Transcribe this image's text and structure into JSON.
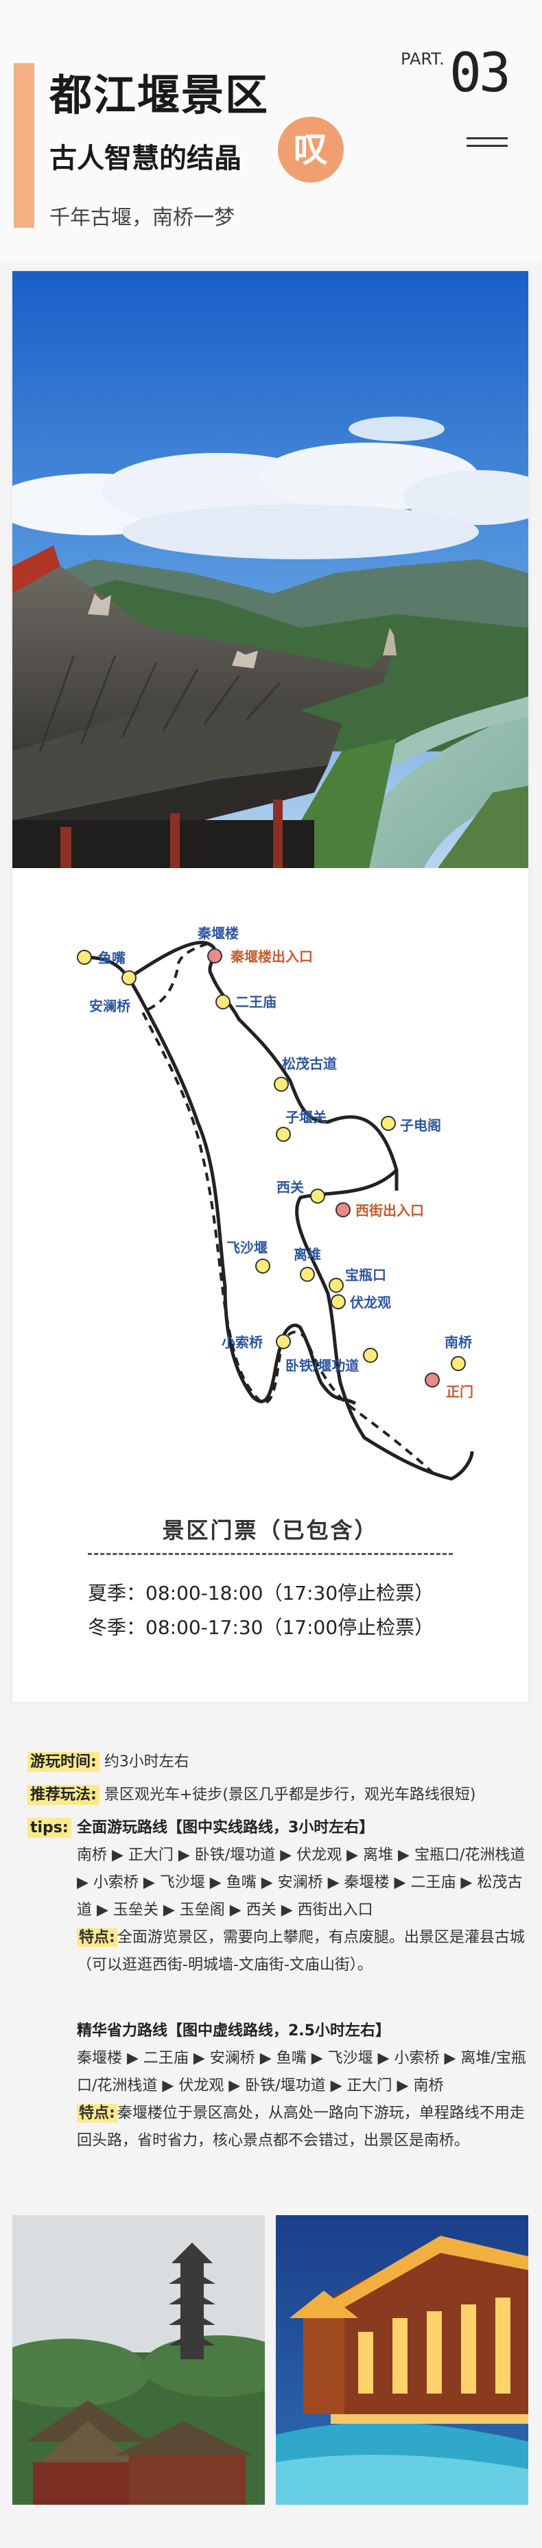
{
  "header": {
    "title": "都江堰景区",
    "subtitle": "古人智慧的结晶",
    "badge": "叹",
    "tagline": "千年古堰，南桥一梦",
    "part_label": "PART.",
    "part_number": "03"
  },
  "map": {
    "labels": {
      "qinyan_lou": "秦堰楼",
      "qinyan_exit": "秦堰楼出入口",
      "yuzui": "鱼嘴",
      "erwang": "二王庙",
      "anlan": "安澜桥",
      "songmao": "松茂古道",
      "ziping": "子堰关",
      "zidian": "子电阁",
      "xiguan": "西关",
      "xijie_exit": "西街出入口",
      "feisha": "飞沙堰",
      "lidui": "离堆",
      "baoping": "宝瓶口",
      "fulong": "伏龙观",
      "xiaosuo": "小索桥",
      "wotie": "卧铁/堰功道",
      "nanqiao": "南桥",
      "zhengmen": "正门"
    }
  },
  "ticket": {
    "title": "景区门票（已包含）",
    "summer": "夏季：08:00-18:00（17:30停止检票）",
    "winter": "冬季：08:00-17:30（17:00停止检票）"
  },
  "info": {
    "time_label": "游玩时间:",
    "time_value": "约3小时左右",
    "method_label": "推荐玩法:",
    "method_value": "景区观光车+徒步(景区几乎都是步行，观光车路线很短)",
    "tips_label": "tips:",
    "route1_title": "全面游玩路线【图中实线路线，3小时左右】",
    "route1_body": "南桥 ▶ 正大门 ▶ 卧铁/堰功道 ▶ 伏龙观 ▶ 离堆 ▶ 宝瓶口/花洲栈道 ▶ 小索桥 ▶ 飞沙堰 ▶ 鱼嘴 ▶ 安澜桥 ▶ 秦堰楼 ▶ 二王庙 ▶ 松茂古道 ▶ 玉垒关 ▶ 玉垒阁 ▶ 西关 ▶ 西街出入口",
    "route1_feature_label": "特点:",
    "route1_feature": "全面游览景区，需要向上攀爬，有点废腿。出景区是灌县古城（可以逛逛西街-明城墙-文庙街-文庙山街）。",
    "route2_title": "精华省力路线【图中虚线路线，2.5小时左右】",
    "route2_body": "秦堰楼 ▶ 二王庙 ▶ 安澜桥 ▶ 鱼嘴 ▶ 飞沙堰 ▶ 小索桥 ▶ 离堆/宝瓶口/花洲栈道 ▶ 伏龙观 ▶ 卧铁/堰功道 ▶ 正大门 ▶ 南桥",
    "route2_feature_label": "特点:",
    "route2_feature": "秦堰楼位于景区高处，从高处一路向下游玩，单程路线不用走回头路，省时省力，核心景点都不会错过，出景区是南桥。"
  },
  "colors": {
    "accent": "#f4b183",
    "highlight": "#fbe98c",
    "entrance_dot": "#e98b8b",
    "spot_dot": "#fbeb7a"
  }
}
